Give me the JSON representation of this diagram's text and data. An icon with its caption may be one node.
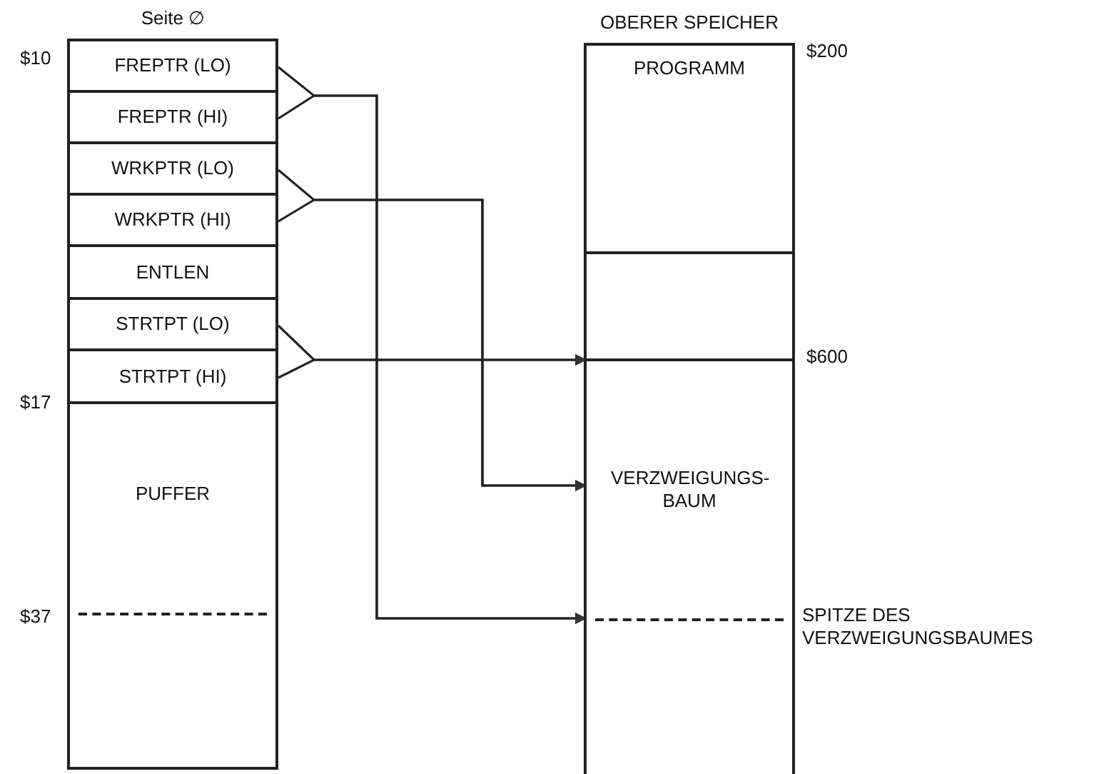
{
  "diagram": {
    "nodes": [
      {
        "text": [
          "Seite ∅"
        ]
      },
      {
        "text": [
          "FREPTR (LO)"
        ],
        "in": 0
      },
      {
        "text": [
          "FREPTR (HI)"
        ],
        "in": 0
      },
      {
        "text": [
          "WRKPTR (LO)"
        ],
        "in": 0
      },
      {
        "text": [
          "WRKPTR (HI)"
        ],
        "in": 0
      },
      {
        "text": [
          "ENTLEN"
        ],
        "in": 0
      },
      {
        "text": [
          "STRTPT (LO)"
        ],
        "in": 0
      },
      {
        "text": [
          "STRTPT (HI)"
        ],
        "in": 0
      },
      {
        "text": [
          "PUFFER"
        ],
        "in": 0
      },
      {
        "text": [
          "OBERER SPEICHER"
        ]
      },
      {
        "text": [
          "PROGRAMM"
        ],
        "in": 9
      },
      {
        "text": [
          "VERZWEIGUNGS- BAUM"
        ],
        "in": 9
      },
      {
        "text": [],
        "shape": "box",
        "in": 9
      }
    ],
    "edges": [
      {
        "from": 1,
        "to": 12,
        "arrow": "to"
      },
      {
        "from": 2,
        "to": 12,
        "arrow": "to"
      },
      {
        "from": 3,
        "to": 11,
        "arrow": "to"
      },
      {
        "from": 4,
        "to": 11,
        "arrow": "to"
      },
      {
        "from": 6,
        "to": 11,
        "arrow": "to"
      },
      {
        "from": 7,
        "to": 11,
        "arrow": "to"
      }
    ],
    "labels": [
      "$10",
      "$200",
      "$600",
      "$17",
      "$37",
      "SPITZE DES VERZWEIGUNGSBAUMES"
    ]
  }
}
